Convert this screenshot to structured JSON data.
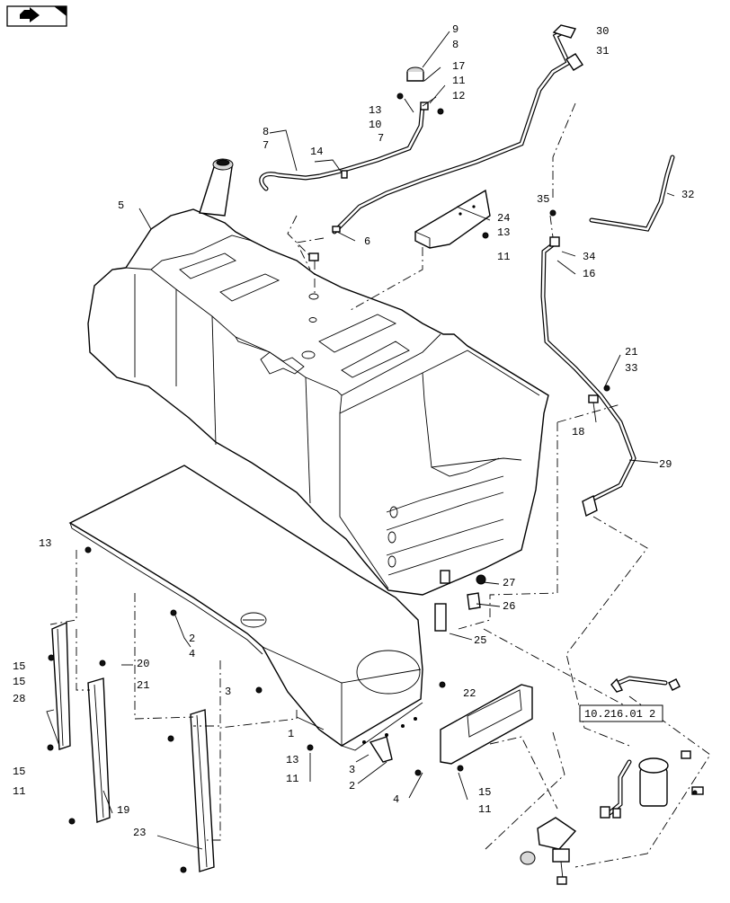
{
  "icons": {
    "nav": "page-turn-arrow-icon"
  },
  "reference_box": "10.216.01 2",
  "callouts": [
    {
      "id": "c9a",
      "text": "9"
    },
    {
      "id": "c8a",
      "text": "8"
    },
    {
      "id": "c17",
      "text": "17"
    },
    {
      "id": "c11a",
      "text": "11"
    },
    {
      "id": "c12",
      "text": "12"
    },
    {
      "id": "c13a",
      "text": "13"
    },
    {
      "id": "c10",
      "text": "10"
    },
    {
      "id": "c7a",
      "text": "7"
    },
    {
      "id": "c30",
      "text": "30"
    },
    {
      "id": "c31",
      "text": "31"
    },
    {
      "id": "c8b",
      "text": "8"
    },
    {
      "id": "c7b",
      "text": "7"
    },
    {
      "id": "c14",
      "text": "14"
    },
    {
      "id": "c5",
      "text": "5"
    },
    {
      "id": "c24",
      "text": "24"
    },
    {
      "id": "c13b",
      "text": "13"
    },
    {
      "id": "c11b",
      "text": "11"
    },
    {
      "id": "c6",
      "text": "6"
    },
    {
      "id": "c35",
      "text": "35"
    },
    {
      "id": "c32",
      "text": "32"
    },
    {
      "id": "c34",
      "text": "34"
    },
    {
      "id": "c16",
      "text": "16"
    },
    {
      "id": "c21a",
      "text": "21"
    },
    {
      "id": "c33",
      "text": "33"
    },
    {
      "id": "c18",
      "text": "18"
    },
    {
      "id": "c29",
      "text": "29"
    },
    {
      "id": "c13c",
      "text": "13"
    },
    {
      "id": "c27",
      "text": "27"
    },
    {
      "id": "c26",
      "text": "26"
    },
    {
      "id": "c25",
      "text": "25"
    },
    {
      "id": "c2a",
      "text": "2"
    },
    {
      "id": "c4a",
      "text": "4"
    },
    {
      "id": "c15a",
      "text": "15"
    },
    {
      "id": "c15b",
      "text": "15"
    },
    {
      "id": "c20",
      "text": "20"
    },
    {
      "id": "c21b",
      "text": "21"
    },
    {
      "id": "c28",
      "text": "28"
    },
    {
      "id": "c3a",
      "text": "3"
    },
    {
      "id": "c22",
      "text": "22"
    },
    {
      "id": "c1",
      "text": "1"
    },
    {
      "id": "c15c",
      "text": "15"
    },
    {
      "id": "c11c",
      "text": "11"
    },
    {
      "id": "c13d",
      "text": "13"
    },
    {
      "id": "c11d",
      "text": "11"
    },
    {
      "id": "c3b",
      "text": "3"
    },
    {
      "id": "c2b",
      "text": "2"
    },
    {
      "id": "c4b",
      "text": "4"
    },
    {
      "id": "c15d",
      "text": "15"
    },
    {
      "id": "c11e",
      "text": "11"
    },
    {
      "id": "c19",
      "text": "19"
    },
    {
      "id": "c23",
      "text": "23"
    }
  ]
}
